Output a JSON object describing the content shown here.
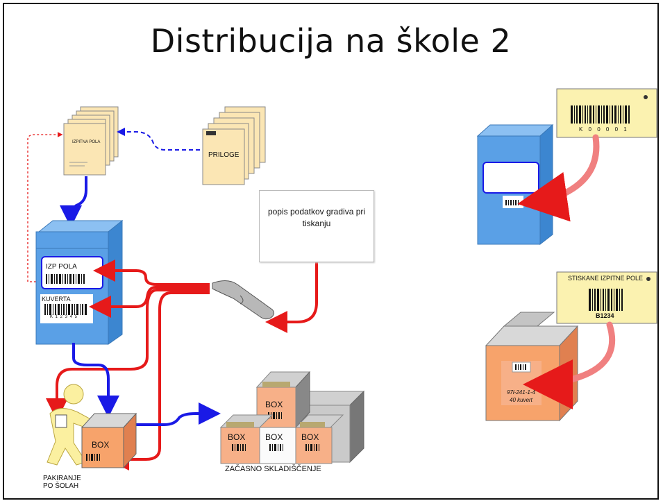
{
  "title": "Distribucija na škole 2",
  "labels": {
    "exam_sheet": "IZPITNA POLA",
    "attachments": "PRILOGE",
    "note": "popis podatkov gradiva pri tiskanju",
    "izp_pola": "IZP POLA",
    "kuverta": "KUVERTA",
    "kuverta_code": "K 1 2 3 4 5",
    "box": "BOX",
    "packing_line1": "PAKIRANJE",
    "packing_line2": "PO ŠOLAH",
    "storage": "ZAČASNO SKLADIŠČENJE",
    "label1_code": "K 0 0 0 0 1",
    "label2_title": "STISKANE IZPITNE POLE",
    "label2_code": "B1234",
    "box_tag_line1": "97l-241-1-4",
    "box_tag_line2": "40 kuvert"
  },
  "colors": {
    "blue_arrow": "#1a1ae6",
    "red_arrow": "#e61a1a",
    "container": "#5aa0e6",
    "label_yellow": "#fbf2b0",
    "paper": "#fbe6b4",
    "box_orange": "#f7a36b"
  }
}
